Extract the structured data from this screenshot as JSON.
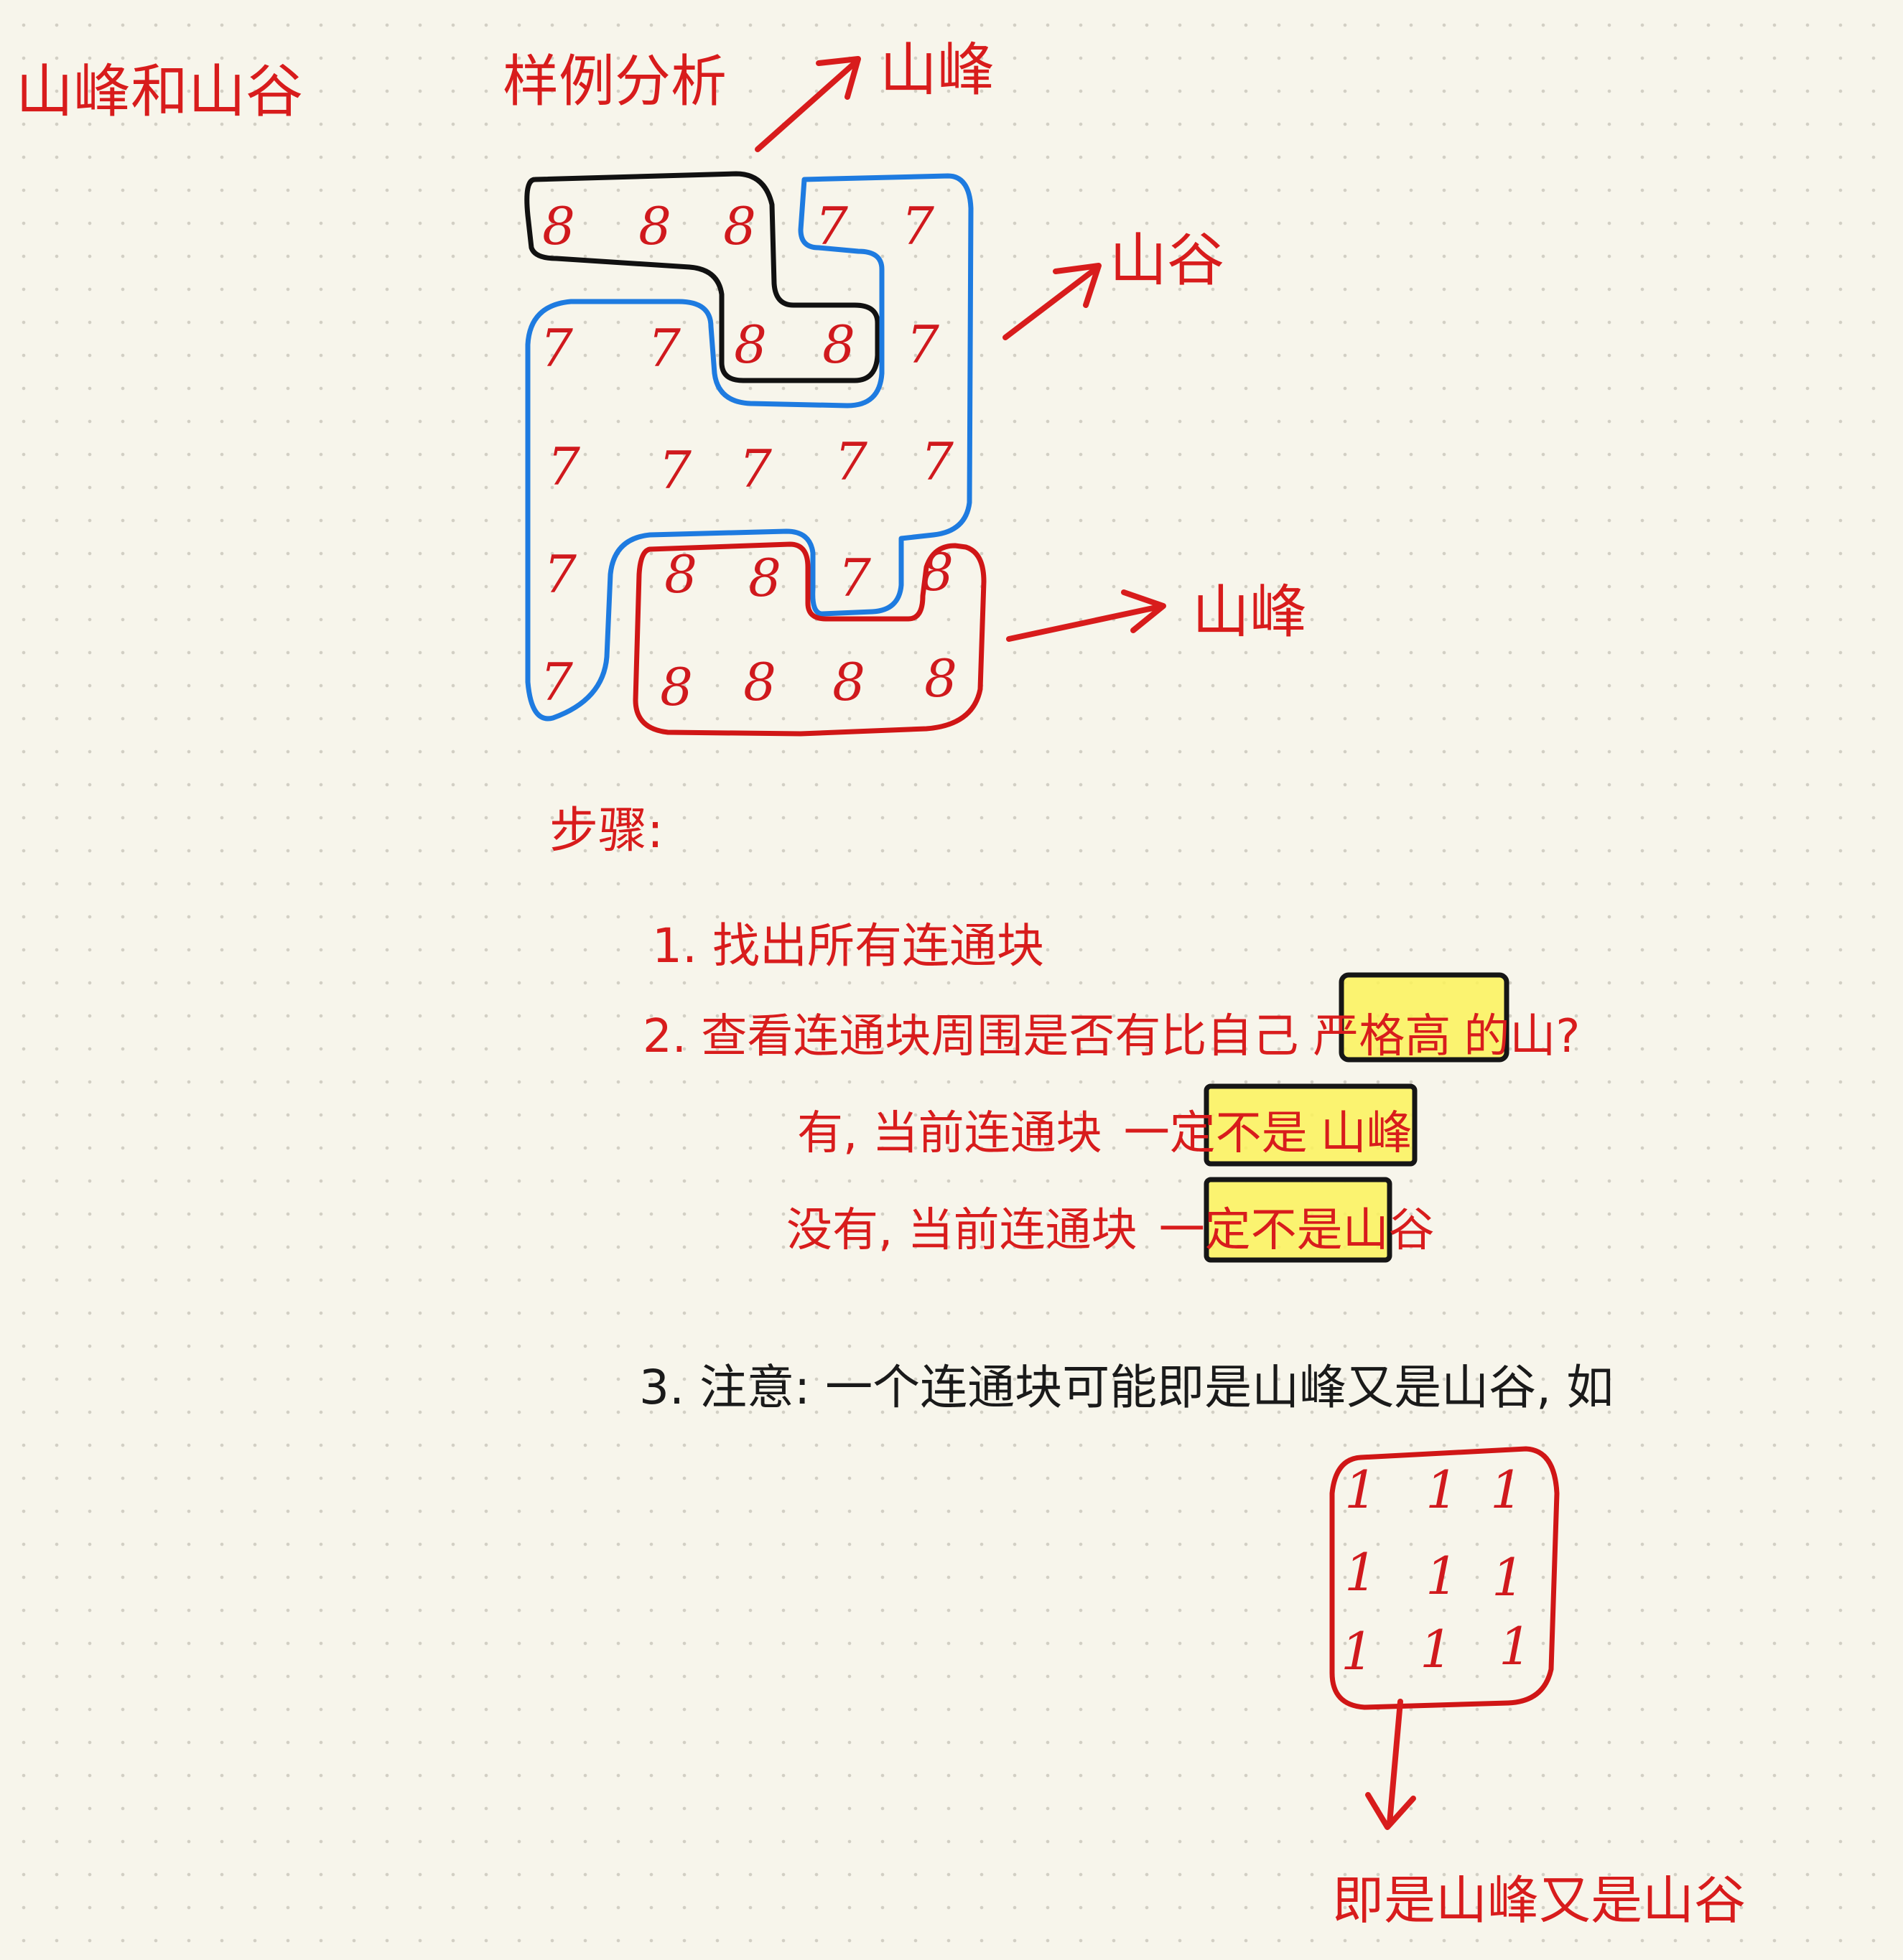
{
  "title": "山峰和山谷",
  "section_title": "样例分析",
  "labels": {
    "peak_top": "山峰",
    "valley": "山谷",
    "peak_bottom": "山峰"
  },
  "grid": [
    [
      8,
      8,
      8,
      7,
      7
    ],
    [
      7,
      7,
      8,
      8,
      7
    ],
    [
      7,
      7,
      7,
      7,
      7
    ],
    [
      7,
      8,
      8,
      7,
      8
    ],
    [
      7,
      8,
      8,
      8,
      8
    ]
  ],
  "steps_heading": "步骤:",
  "step1": "1. 找出所有连通块",
  "step2": {
    "before": "2. 查看连通块周围是否有比自己",
    "highlight": "严格高",
    "after": "的山?"
  },
  "step2a": {
    "before": "有, 当前连通块",
    "highlight": "一定不是",
    "after": "山峰"
  },
  "step2b": {
    "before": "没有, 当前连通块",
    "highlight": "一定不是",
    "after": "山谷"
  },
  "step3": "3. 注意: 一个连通块可能即是山峰又是山谷, 如",
  "example_grid_value": "1",
  "example_label": "即是山峰又是山谷",
  "colors": {
    "ink_red": "#d81c1c",
    "outline_black": "#111111",
    "outline_blue": "#1e7be0",
    "outline_red": "#d01616",
    "highlight_yellow": "#fbf25a"
  }
}
